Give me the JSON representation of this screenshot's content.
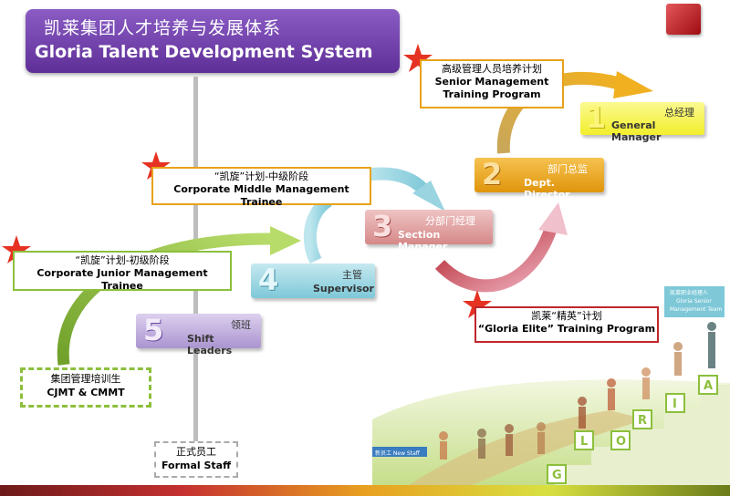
{
  "header": {
    "title_cn": "凯莱集团人才培养与发展体系",
    "title_en": "Gloria Talent Development System"
  },
  "levels": [
    {
      "num": "1",
      "cn": "总经理",
      "en": "General Manager",
      "color": "#f2ee2c"
    },
    {
      "num": "2",
      "cn": "部门总监",
      "en": "Dept. Director",
      "color": "#e8a21a"
    },
    {
      "num": "3",
      "cn": "分部门经理",
      "en": "Section Manager",
      "color": "#e0a0a0"
    },
    {
      "num": "4",
      "cn": "主管",
      "en": "Supervisor",
      "color": "#9ad4e0"
    },
    {
      "num": "5",
      "cn": "领班",
      "en": "Shift Leaders",
      "color": "#b9a4d6"
    }
  ],
  "programs": {
    "senior": {
      "cn": "高级管理人员培养计划",
      "en1": "Senior Management",
      "en2": "Training Program",
      "color": "#e8a21a"
    },
    "middle": {
      "cn": "“凯旋”计划-中级阶段",
      "en": "Corporate Middle Management Trainee",
      "color": "#e8a21a"
    },
    "junior": {
      "cn": "“凯旋”计划-初级阶段",
      "en": "Corporate Junior Management Trainee",
      "color": "#8cbf3c"
    },
    "elite": {
      "cn": "凯莱“精英”计划",
      "en": "“Gloria Elite” Training Program",
      "color": "#c0262c"
    }
  },
  "entry": {
    "trainee": {
      "cn": "集团管理培训生",
      "en": "CJMT & CMMT",
      "color": "#8cbf3c"
    },
    "staff": {
      "cn": "正式员工",
      "en": "Formal Staff",
      "color": "#aaaaaa"
    }
  },
  "scene": {
    "sign_new_staff": "新员工 New Staff",
    "sign_team": [
      "凯莱职业经理人",
      "Gloria Senior",
      "Management Team"
    ],
    "letters": [
      "G",
      "L",
      "O",
      "R",
      "I",
      "A"
    ]
  },
  "colors": {
    "title_purple": "#6b3aa8",
    "star_red": "#e63222",
    "arrow_green": "#8cbf3c",
    "arrow_blue": "#7ec8d8",
    "arrow_orange": "#e8a21a",
    "arrow_red": "#c0262c"
  }
}
